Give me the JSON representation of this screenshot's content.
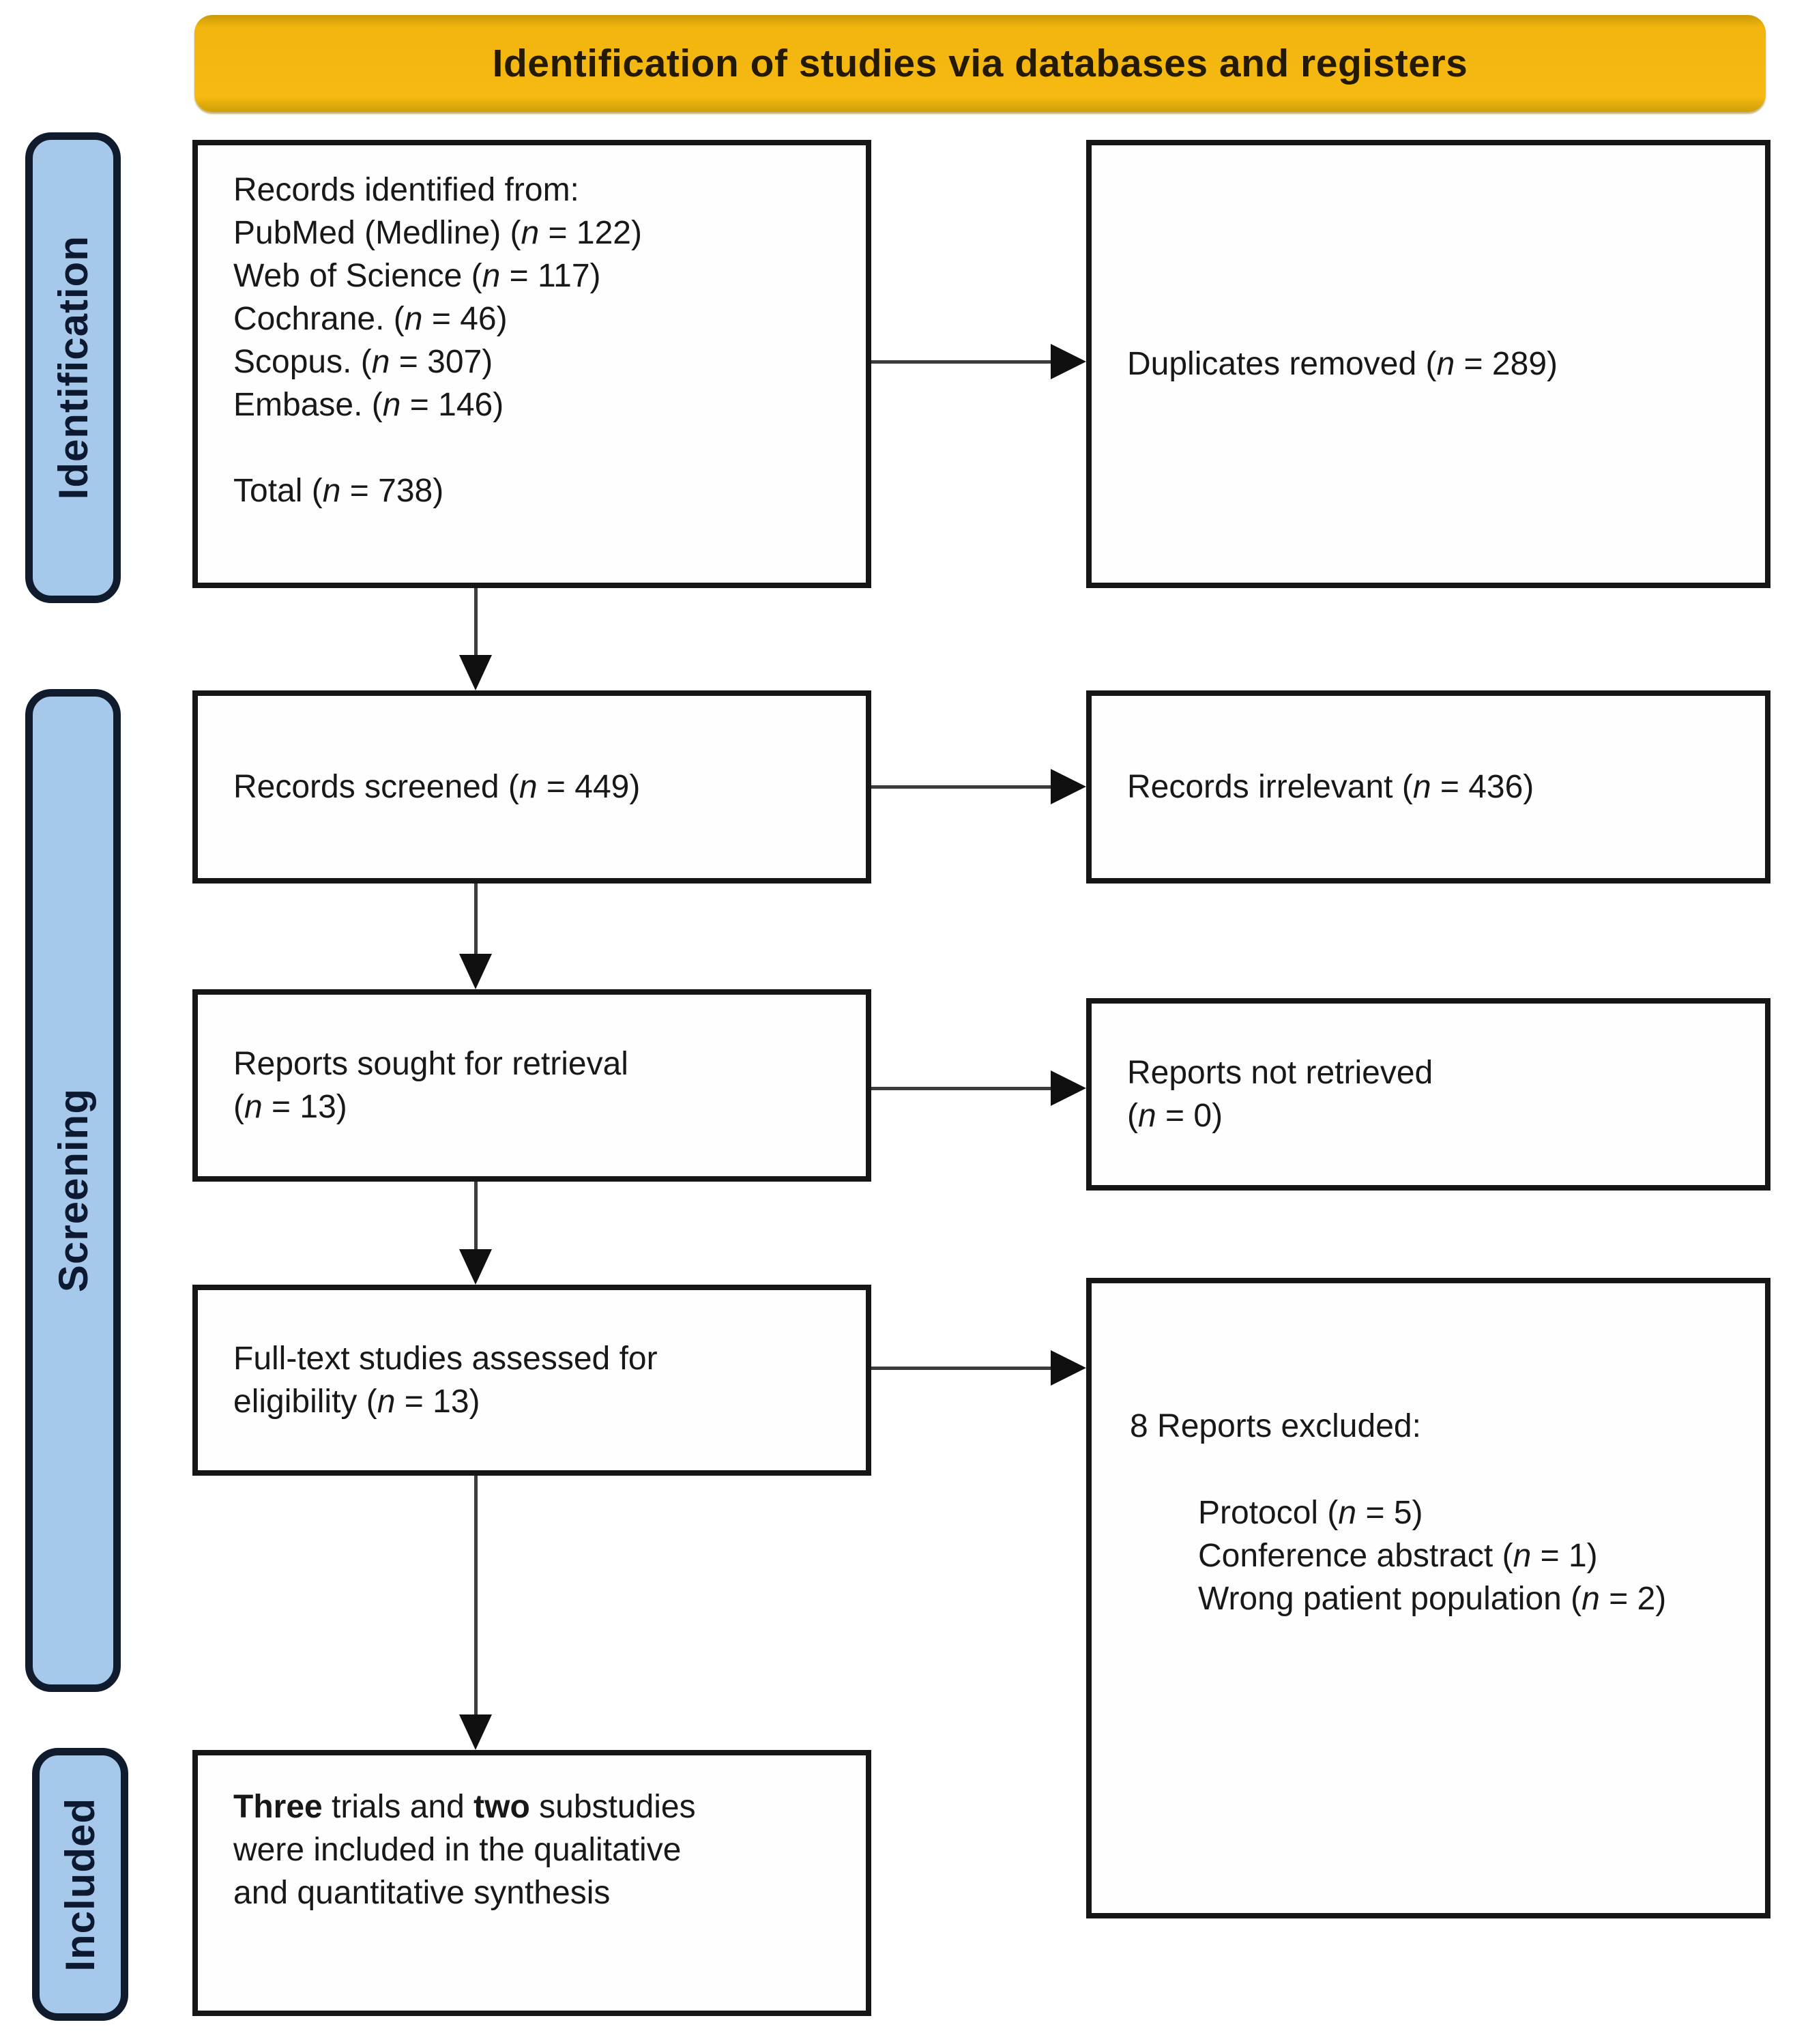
{
  "banner": {
    "title": "Identification of studies via databases and registers",
    "bg_color": "#f2b40e",
    "text_color": "#241a02"
  },
  "sidebar": {
    "bg_color": "#a6c8eb",
    "border_color": "#101c2e",
    "labels": [
      {
        "id": "identification",
        "text": "Identification"
      },
      {
        "id": "screening",
        "text": "Screening"
      },
      {
        "id": "included",
        "text": "Included"
      }
    ]
  },
  "boxes": {
    "records_identified": {
      "lines": [
        "Records identified from:",
        "PubMed (Medline) (n = 122)",
        "Web of Science (n = 117)",
        "Cochrane. (n = 46)",
        "Scopus. (n = 307)",
        "Embase. (n = 146)",
        "",
        "Total (n = 738)"
      ]
    },
    "duplicates_removed": {
      "text": "Duplicates removed (n = 289)"
    },
    "records_screened": {
      "text": "Records screened (n = 449)"
    },
    "records_irrelevant": {
      "text": "Records irrelevant (n = 436)"
    },
    "reports_sought": {
      "lines": [
        "Reports sought for retrieval",
        "(n = 13)"
      ]
    },
    "reports_not_retrieved": {
      "lines": [
        "Reports not retrieved",
        "(n = 0)"
      ]
    },
    "fulltext_assessed": {
      "lines": [
        "Full-text studies assessed for",
        "eligibility (n = 13)"
      ]
    },
    "reports_excluded": {
      "title": "8 Reports excluded:",
      "items": [
        "Protocol (n = 5)",
        "Conference abstract (n = 1)",
        "Wrong patient population (n = 2)"
      ]
    },
    "included_synthesis": {
      "lines": [
        "**Three** trials and **two** substudies",
        "were included in the qualitative",
        "and quantitative synthesis"
      ]
    }
  }
}
